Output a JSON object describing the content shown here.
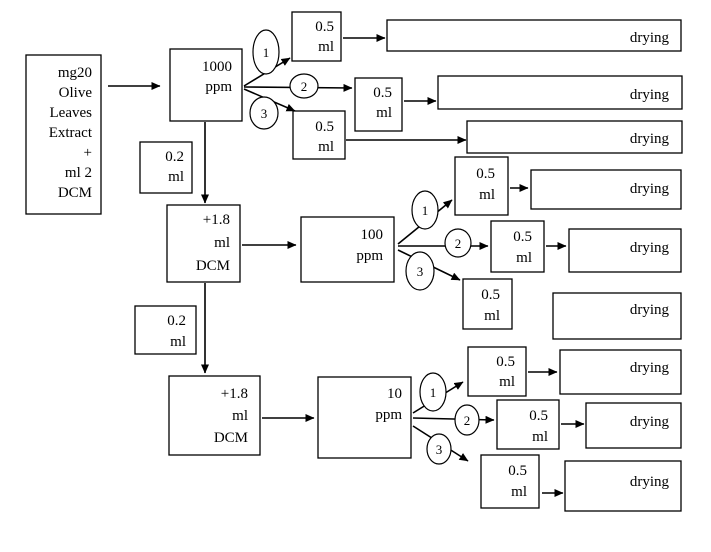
{
  "source": {
    "lines": [
      "mg20",
      "Olive",
      "Leaves",
      "Extract",
      "+",
      "ml 2",
      "DCM"
    ]
  },
  "transfer": {
    "lines": [
      "0.2",
      "ml"
    ]
  },
  "dilution": {
    "lines": [
      "+1.8",
      "ml",
      "DCM"
    ]
  },
  "stocks": [
    {
      "lines": [
        "1000",
        "ppm"
      ]
    },
    {
      "lines": [
        "100",
        "ppm"
      ]
    },
    {
      "lines": [
        "10",
        "ppm"
      ]
    }
  ],
  "aliquot": {
    "lines": [
      "0.5",
      "ml"
    ]
  },
  "branch_numbers": [
    "1",
    "2",
    "3"
  ],
  "final_step": "drying"
}
